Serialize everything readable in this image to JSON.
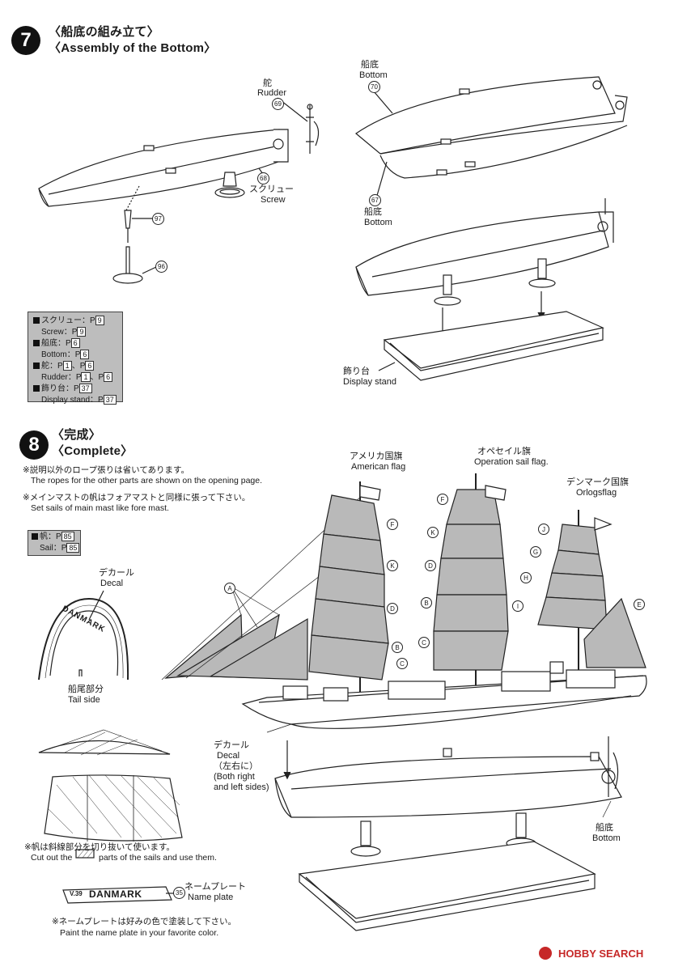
{
  "step7": {
    "number": "7",
    "title_jp": "〈船底の組み立て〉",
    "title_en": "〈Assembly of the Bottom〉",
    "rudder_jp": "舵",
    "rudder_en": "Rudder",
    "rudder_part": "69",
    "screw_part": "68",
    "screw_jp": "スクリュー",
    "screw_en": "Screw",
    "part_97": "97",
    "part_96": "96",
    "bottom_top_jp": "船底",
    "bottom_top_en": "Bottom",
    "bottom_top_part": "70",
    "bottom_low_part": "67",
    "bottom_low_jp": "船底",
    "bottom_low_en": "Bottom",
    "stand_jp": "飾り台",
    "stand_en": "Display stand",
    "parts_list": [
      {
        "name": "スクリュー",
        "ref1": "9"
      },
      {
        "name": "Screw",
        "ref1": "9",
        "indent": true
      },
      {
        "name": "船底",
        "ref1": "6"
      },
      {
        "name": "Bottom",
        "ref1": "6",
        "indent": true
      },
      {
        "name": "舵",
        "ref1": "1",
        "ref2": "6"
      },
      {
        "name": "Rudder",
        "ref1": "1",
        "ref2": "6",
        "indent": true
      },
      {
        "name": "飾り台",
        "ref1": "37"
      },
      {
        "name": "Display stand",
        "ref1": "37",
        "indent": true
      }
    ]
  },
  "step8": {
    "number": "8",
    "title_jp": "〈完成〉",
    "title_en": "〈Complete〉",
    "note1_jp": "※説明以外のロープ張りは省いてあります。",
    "note1_en": "The ropes for the other parts are shown on the opening page.",
    "note2_jp": "※メインマストの帆はフォアマストと同様に張って下さい。",
    "note2_en": "Set sails of main mast like fore mast.",
    "sail_parts": [
      {
        "name": "帆",
        "ref1": "85"
      },
      {
        "name": "Sail",
        "ref1": "85",
        "indent": true
      }
    ],
    "decal_jp": "デカール",
    "decal_en": "Decal",
    "decal_text": "DANMARK",
    "tail_jp": "船尾部分",
    "tail_en": "Tail side",
    "us_flag_jp": "アメリカ国旗",
    "us_flag_en": "American flag",
    "op_flag_jp": "オペセイル旗",
    "op_flag_en": "Operation sail flag.",
    "dk_flag_jp": "デンマーク国旗",
    "dk_flag_en": "Orlogsflag",
    "sail_letters_fore": [
      "F",
      "K",
      "D",
      "B",
      "C"
    ],
    "sail_letters_main": [
      "F",
      "K",
      "D",
      "B",
      "C"
    ],
    "sail_letters_mizzen": [
      "J",
      "G",
      "H",
      "I",
      "E"
    ],
    "sail_letter_A": "A",
    "side_decal_jp": "デカール",
    "side_decal_en": "Decal",
    "side_decal_jp2": "（左右に）",
    "side_decal_en2": "(Both right",
    "side_decal_en3": "and left sides)",
    "bottom_jp": "船底",
    "bottom_en": "Bottom",
    "cut_note_jp": "※帆は斜線部分を切り抜いて使います。",
    "cut_note_en_a": "Cut out the",
    "cut_note_en_b": "parts of the sails and use them.",
    "nameplate_text": "DANMARK",
    "nameplate_prefix": "V.39",
    "nameplate_part": "35",
    "nameplate_jp": "ネームプレート",
    "nameplate_en": "Name plate",
    "paint_note_jp": "※ネームプレートは好みの色で塗装して下さい。",
    "paint_note_en": "Paint the name plate in your favorite color."
  },
  "watermark": "HOBBY SEARCH",
  "colors": {
    "ink": "#1a1a1a",
    "sail_gray": "#b9b9b9",
    "box_gray": "#bdbdbd",
    "watermark": "#c62828"
  }
}
